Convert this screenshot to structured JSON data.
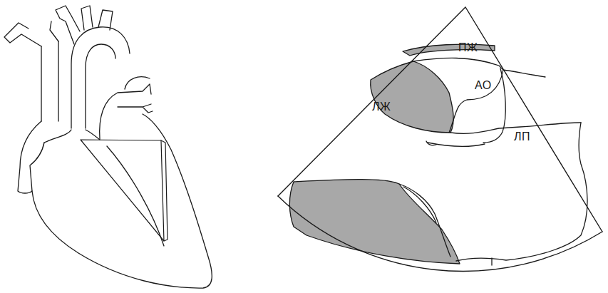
{
  "diagram": {
    "labels": [
      "ПЖ",
      "АО",
      "ЛЖ",
      "ЛП"
    ]
  }
}
